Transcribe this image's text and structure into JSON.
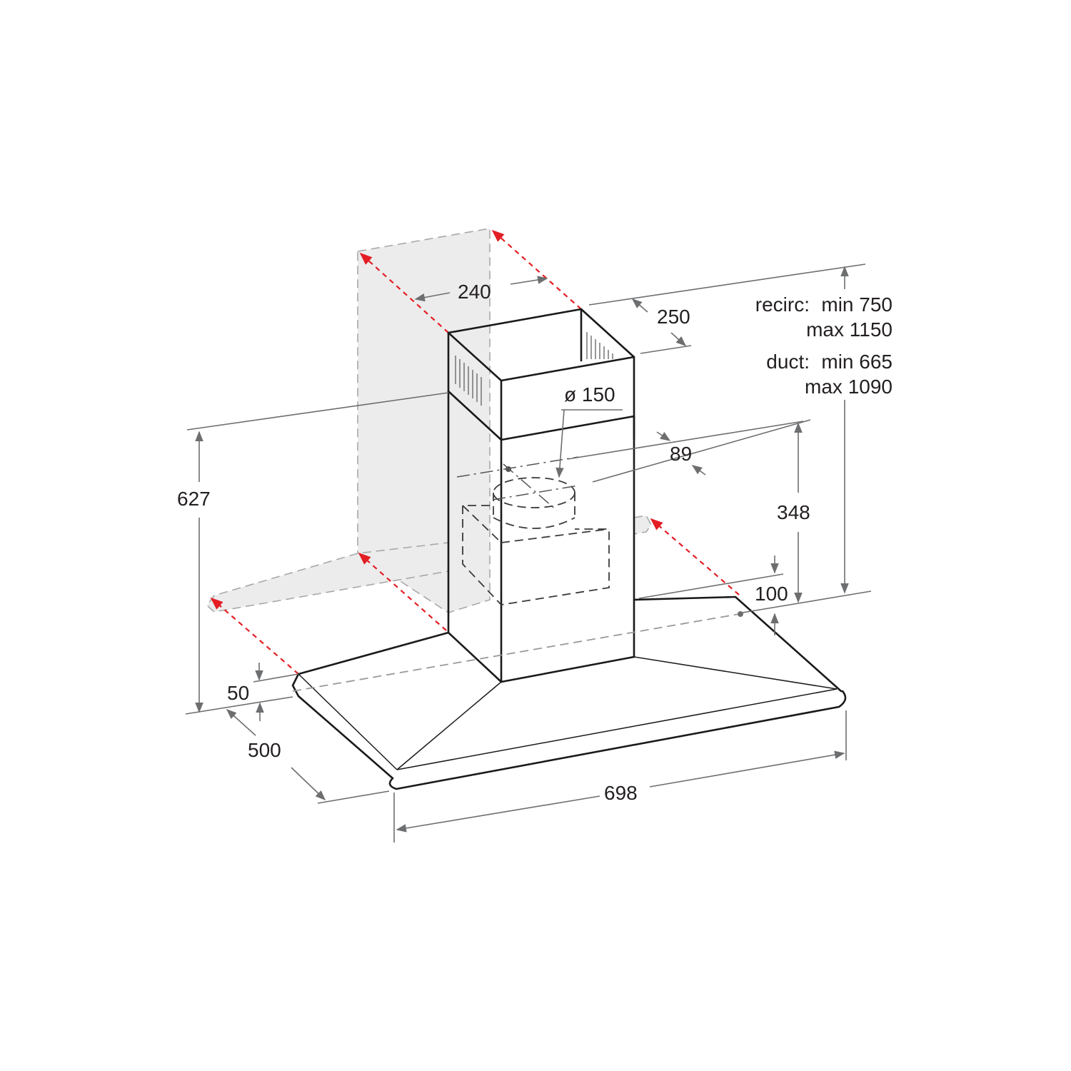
{
  "diagram": {
    "type": "technical-dimension-drawing",
    "subject": "chimney cooker hood",
    "units": "mm",
    "colors": {
      "outline": "#1a1a1a",
      "dimension_line": "#6d6e70",
      "wall_fill": "#ececec",
      "mounting_arrow": "#e31e24",
      "text": "#231f20"
    },
    "dimensions": {
      "chimney_width": "240",
      "chimney_depth": "250",
      "duct_diameter": "ø 150",
      "duct_offset": "89",
      "total_height_hood": "627",
      "bracket_height": "348",
      "canopy_edge": "100",
      "canopy_front_thickness": "50",
      "canopy_depth": "500",
      "canopy_width": "698"
    },
    "height_note": {
      "recirc_label": "recirc:",
      "recirc_min": "min 750",
      "recirc_max": "max 1150",
      "duct_label": "duct:",
      "duct_min": "min 665",
      "duct_max": "max 1090"
    }
  }
}
